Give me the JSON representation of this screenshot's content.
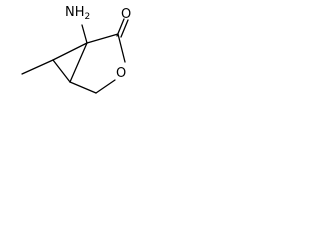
{
  "molecule": {
    "atoms": {
      "amino": "NH2",
      "h2_subscript": "2",
      "carbonyl_oxygen": "O",
      "ring_oxygen": "O"
    }
  }
}
